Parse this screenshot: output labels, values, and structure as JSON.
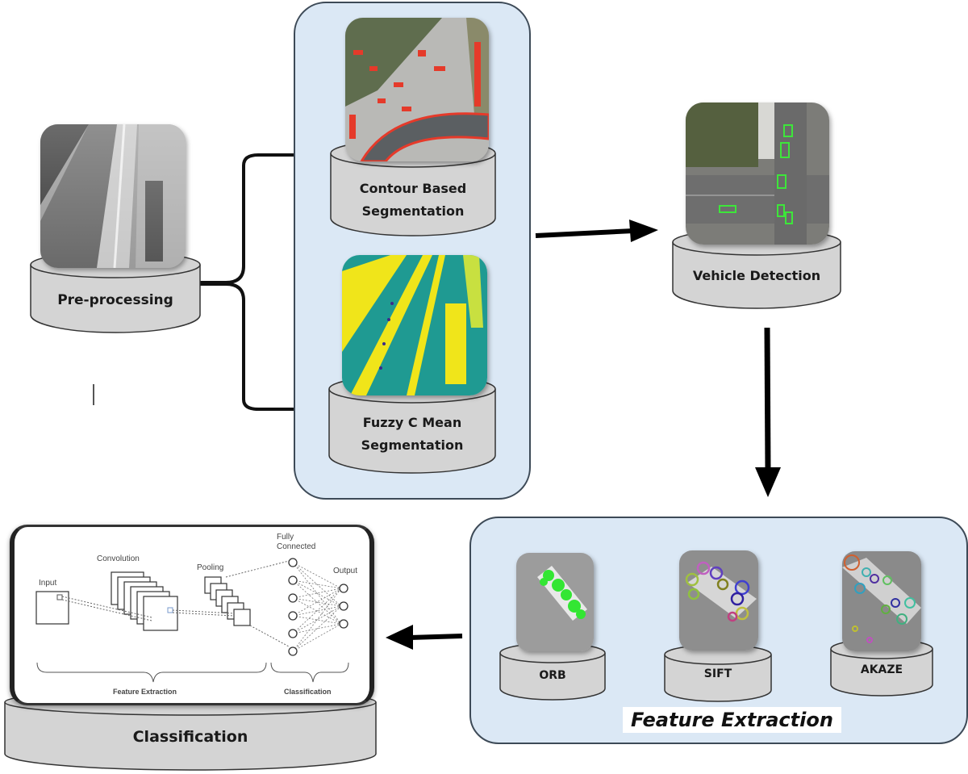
{
  "diagram": {
    "stages": {
      "preprocessing": {
        "label": "Pre-processing",
        "image": "grayscale-aerial-road"
      },
      "contour": {
        "label_line1": "Contour Based",
        "label_line2": "Segmentation",
        "image": "aerial-intersection-red-contours"
      },
      "fcm": {
        "label_line1": "Fuzzy C Mean",
        "label_line2": "Segmentation",
        "image": "aerial-road-fcm-yellow-teal"
      },
      "detection": {
        "label": "Vehicle Detection",
        "image": "aerial-intersection-green-boxes"
      },
      "orb": {
        "label": "ORB",
        "image": "car-green-keypoints"
      },
      "sift": {
        "label": "SIFT",
        "image": "car-colored-keypoints"
      },
      "akaze": {
        "label": "AKAZE",
        "image": "car-colored-keypoints"
      },
      "classification": {
        "label": "Classification"
      }
    },
    "feature_panel_caption": "Feature Extraction",
    "cnn": {
      "input": "Input",
      "convolution": "Convolution",
      "pooling": "Pooling",
      "fully_connected_line1": "Fully",
      "fully_connected_line2": "Connected",
      "output": "Output",
      "bracket_feature": "Feature Extraction",
      "bracket_class": "Classification"
    },
    "colors": {
      "panel_fill": "#dbe8f5",
      "pedestal_fill": "#d4d4d4",
      "arrow": "#000000"
    }
  }
}
